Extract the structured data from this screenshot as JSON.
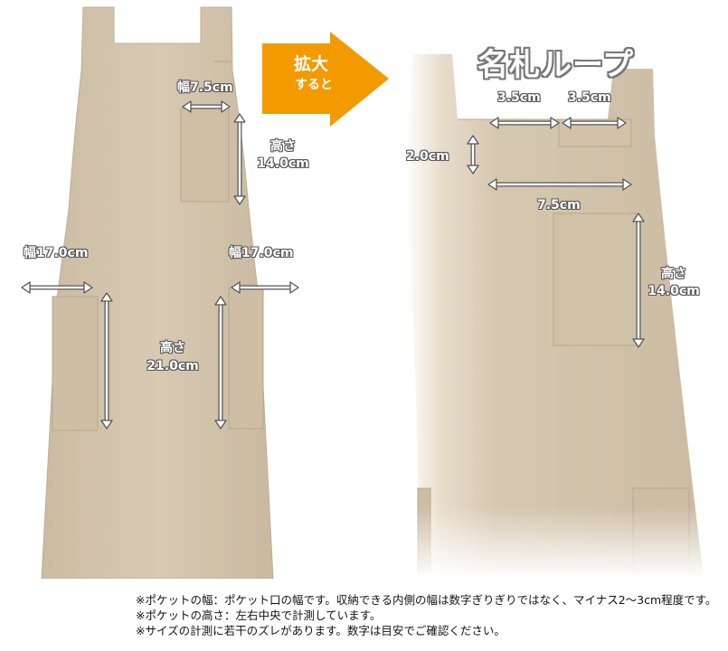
{
  "zoom_badge": {
    "line1": "拡大",
    "line2": "すると"
  },
  "detail_title": "名札ループ",
  "left_labels": {
    "chest_pocket_width": "幅7.5cm",
    "chest_pocket_height_1": "高さ",
    "chest_pocket_height_2": "14.0cm",
    "left_pocket_width": "幅17.0cm",
    "right_pocket_width": "幅17.0cm",
    "side_pocket_height_1": "高さ",
    "side_pocket_height_2": "21.0cm"
  },
  "right_labels": {
    "loop_left_width": "3.5cm",
    "loop_right_width": "3.5cm",
    "loop_height": "2.0cm",
    "pocket_width": "7.5cm",
    "pocket_height_1": "高さ",
    "pocket_height_2": "14.0cm"
  },
  "notes": [
    "※ポケットの幅：ポケット口の幅です。収納できる内側の幅は数字ぎりぎりではなく、マイナス2～3cm程度です。",
    "※ポケットの高さ：左右中央で計測しています。",
    "※サイズの計測に若干のズレがあります。数字は目安でご確認ください。"
  ],
  "colors": {
    "fabric": "#d3c4ad",
    "arrow": "#f29a00",
    "background": "#ffffff"
  }
}
